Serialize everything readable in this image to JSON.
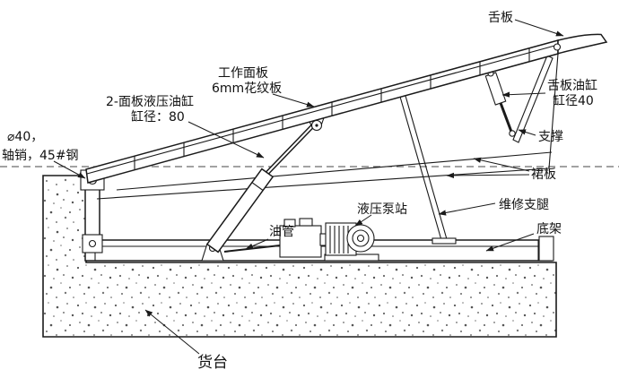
{
  "diagram": {
    "labels": {
      "lip_plate": "舌板",
      "work_panel_line1": "工作面板",
      "work_panel_line2": "6mm花纹板",
      "panel_cylinder_line1": "2-面板液压油缸",
      "panel_cylinder_line2": "缸径：80",
      "axle_pin_line1": "⌀40，",
      "axle_pin_line2": "轴销，45#钢",
      "lip_cylinder_line1": "舌板油缸",
      "lip_cylinder_line2": "缸径40",
      "support": "支撑",
      "skirt_plate": "裙板",
      "maintenance_leg": "维修支腿",
      "base_frame": "底架",
      "pump_station": "液压泵站",
      "oil_pipe": "油管",
      "dock_platform": "货台"
    },
    "colors": {
      "line": "#1a1a1a",
      "background": "#ffffff"
    }
  }
}
